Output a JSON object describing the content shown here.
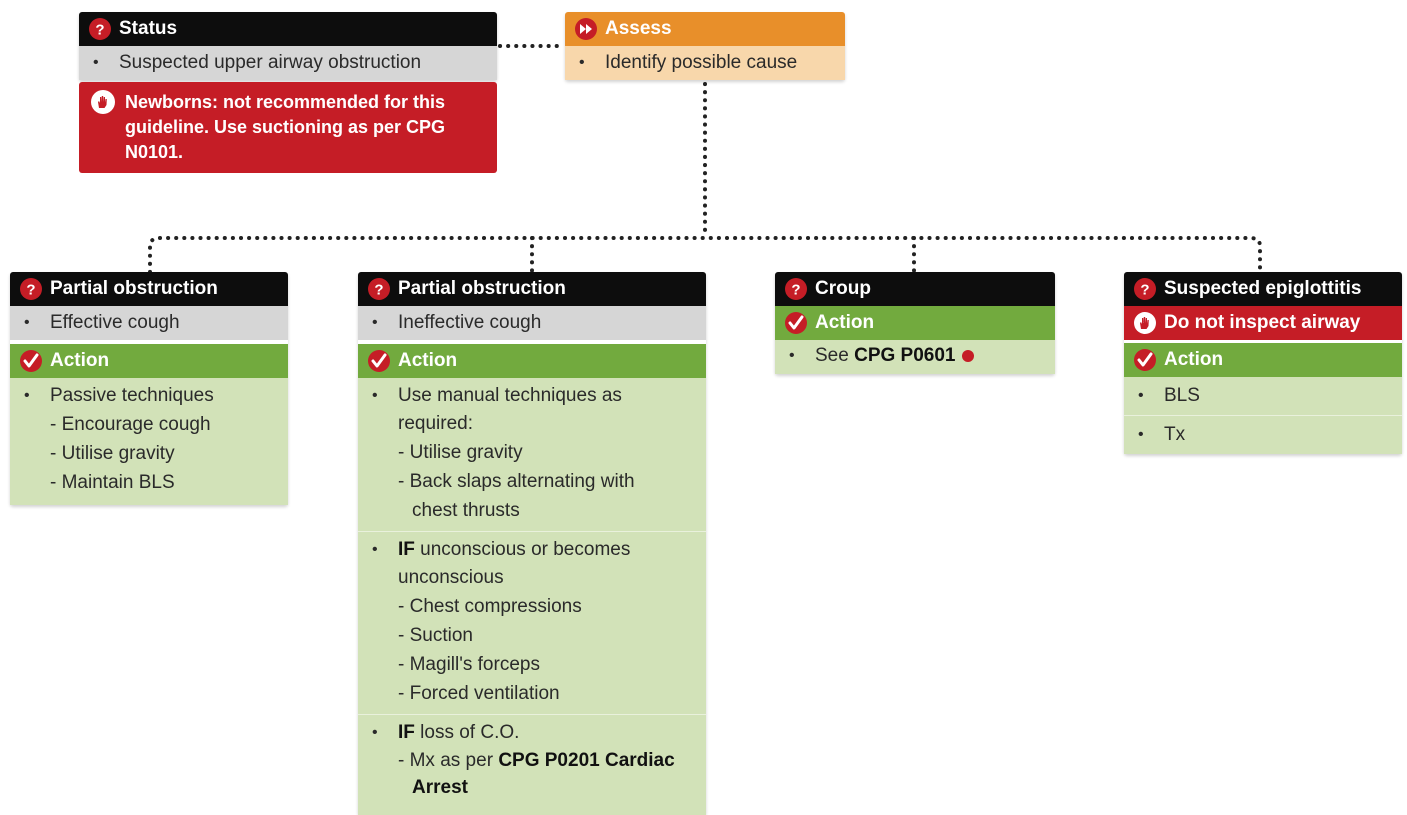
{
  "status": {
    "title": "Status",
    "item": "Suspected upper airway obstruction",
    "warning": "Newborns: not recommended for this guideline. Use suctioning as per CPG N0101."
  },
  "assess": {
    "title": "Assess",
    "item": "Identify possible cause"
  },
  "partial1": {
    "title": "Partial obstruction",
    "condition": "Effective cough",
    "action_title": "Action",
    "item": "Passive techniques",
    "subs": [
      "Encourage cough",
      "Utilise gravity",
      "Maintain BLS"
    ]
  },
  "partial2": {
    "title": "Partial obstruction",
    "condition": "Ineffective cough",
    "action_title": "Action",
    "item1": "Use manual techniques as required:",
    "item1_subs": [
      "Utilise gravity",
      "Back slaps alternating with chest thrusts"
    ],
    "item2_bold": "IF",
    "item2": " unconscious or becomes unconscious",
    "item2_subs": [
      "Chest compressions",
      "Suction",
      "Magill's forceps",
      "Forced ventilation"
    ],
    "item3_bold": "IF",
    "item3": " loss of C.O.",
    "item3_sub_text": "Mx as per ",
    "item3_sub_bold": "CPG P0201 Cardiac Arrest"
  },
  "croup": {
    "title": "Croup",
    "action_title": "Action",
    "item_text": "See ",
    "item_bold": "CPG P0601"
  },
  "epi": {
    "title": "Suspected epiglottitis",
    "warning": "Do not inspect airway",
    "action_title": "Action",
    "items": [
      "BLS",
      "Tx"
    ]
  },
  "colors": {
    "black": "#0d0d0d",
    "orange": "#e88f2a",
    "green": "#72aa3e",
    "red": "#c51d26",
    "light_green": "#d2e2b8",
    "light_grey": "#d6d6d6",
    "light_orange": "#f8d7ab"
  }
}
